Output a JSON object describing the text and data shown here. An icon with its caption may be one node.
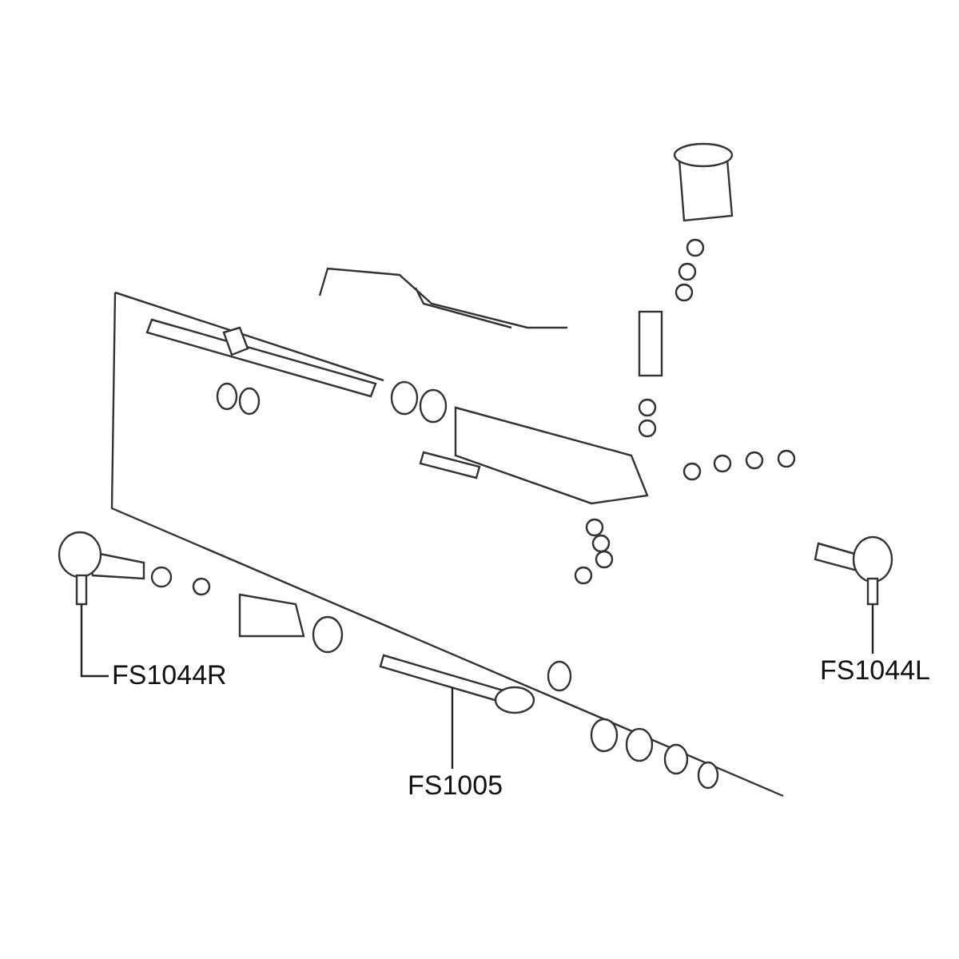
{
  "diagram": {
    "nodes": [
      {
        "text": [
          "FS1044R"
        ]
      },
      {
        "text": [],
        "shape": "picture"
      },
      {
        "text": [
          "FS1005"
        ]
      },
      {
        "text": [],
        "shape": "picture"
      },
      {
        "text": [
          "FS1044L"
        ]
      },
      {
        "text": [],
        "shape": "picture"
      }
    ],
    "edges": [
      {
        "from": 0,
        "to": 1,
        "arrow": "none"
      },
      {
        "from": 2,
        "to": 3,
        "arrow": "none"
      },
      {
        "from": 4,
        "to": 5,
        "arrow": "none"
      }
    ]
  }
}
